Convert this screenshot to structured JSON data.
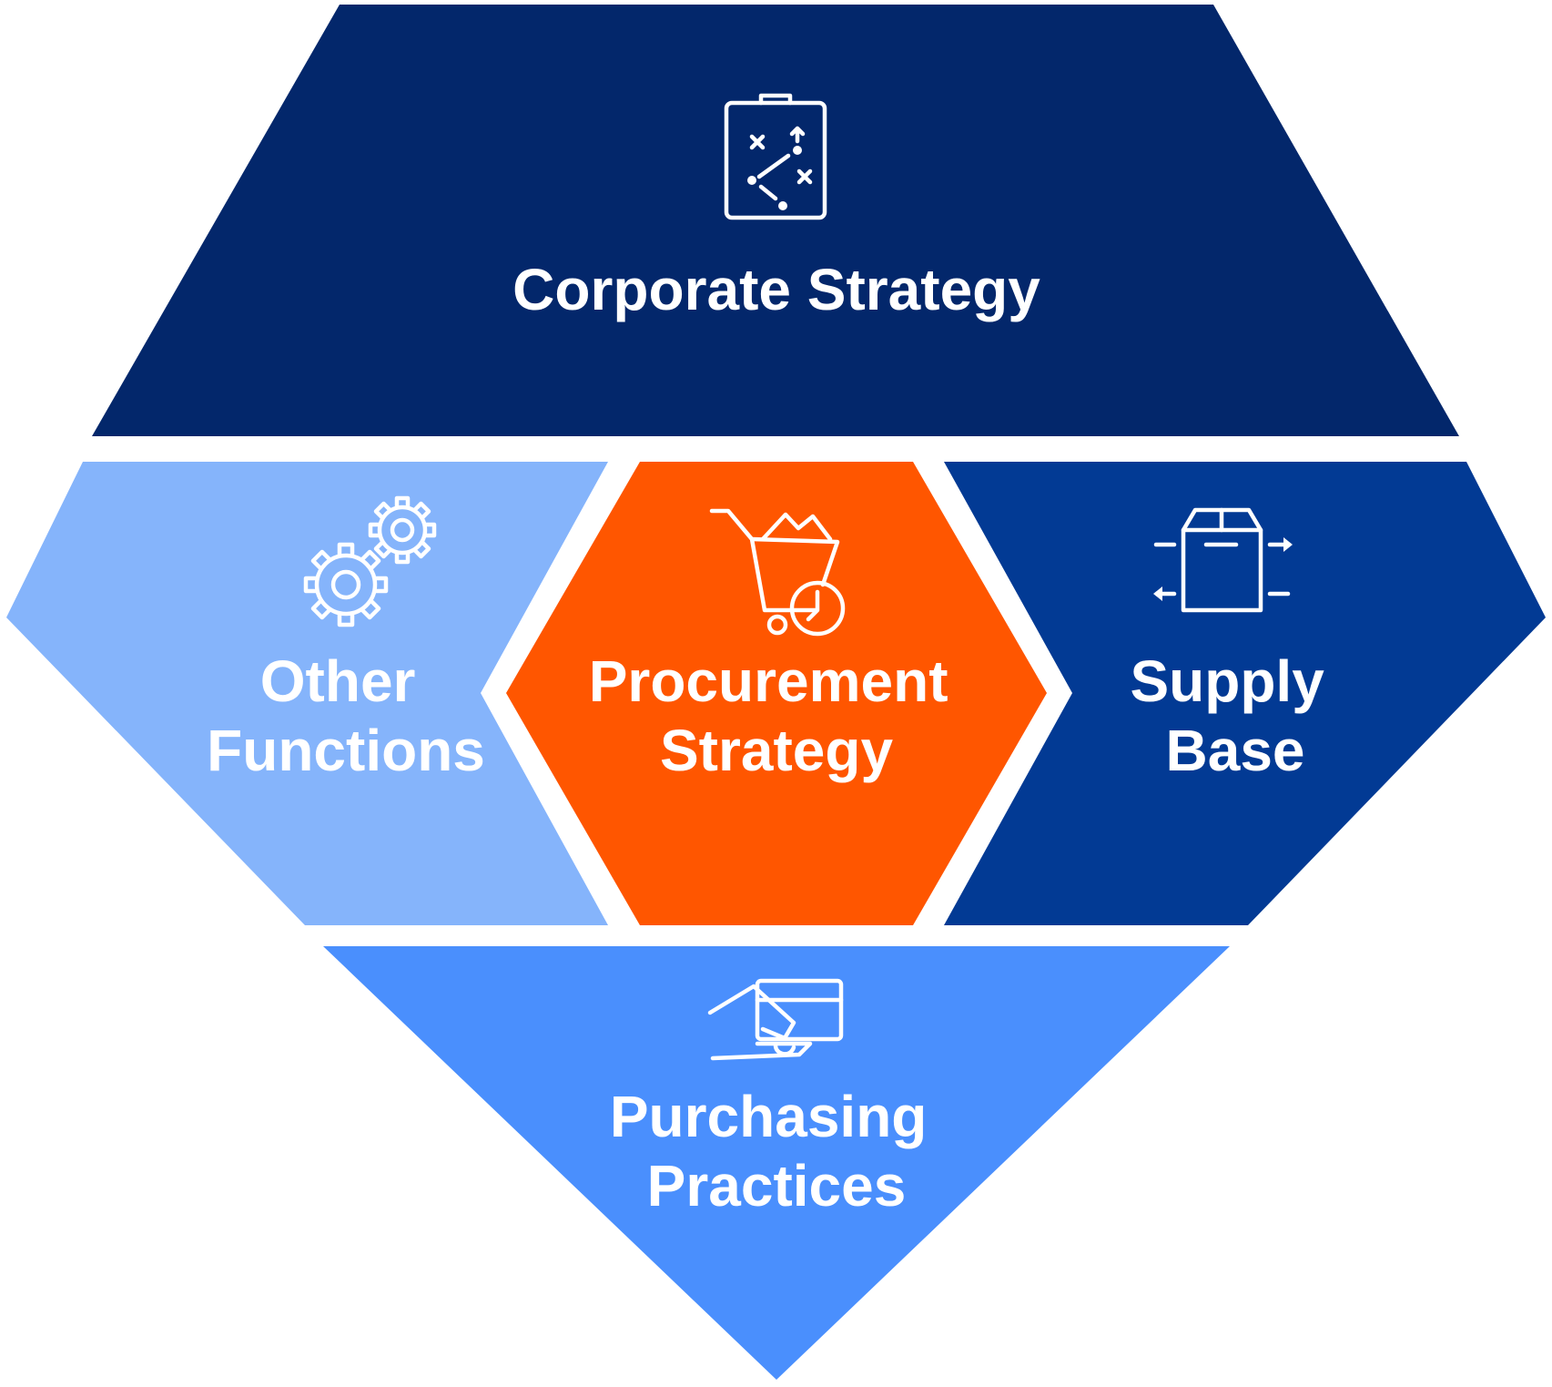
{
  "segments": {
    "corporate_strategy": {
      "label": "Corporate Strategy",
      "icon": "strategy-clipboard-icon",
      "color": "#03276b"
    },
    "other_functions": {
      "label_lines": [
        "Other",
        "Functions"
      ],
      "icon": "gears-icon",
      "color": "#85b4fb"
    },
    "procurement_strategy": {
      "label_lines": [
        "Procurement",
        "Strategy"
      ],
      "icon": "shopping-cart-clock-icon",
      "color": "#ff5600"
    },
    "supply_base": {
      "label_lines": [
        "Supply",
        "Base"
      ],
      "icon": "box-arrows-icon",
      "color": "#023a94"
    },
    "purchasing_practices": {
      "label_lines": [
        "Purchasing",
        "Practices"
      ],
      "icon": "hand-card-icon",
      "color": "#4a8ffd"
    }
  }
}
